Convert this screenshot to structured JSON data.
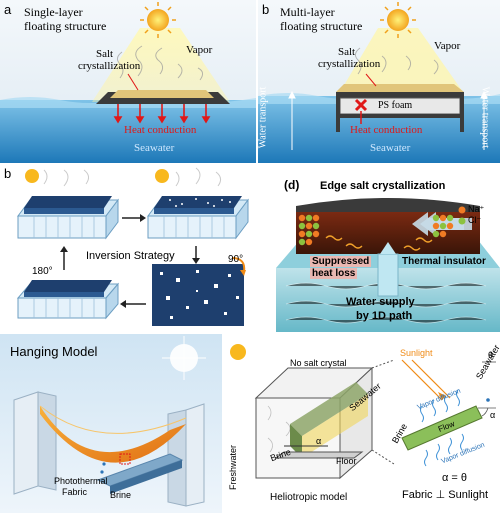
{
  "panel_a": {
    "letter": "a",
    "title_line1": "Single-layer",
    "title_line2": "floating structure",
    "vapor": "Vapor",
    "salt_line1": "Salt",
    "salt_line2": "crystallization",
    "heat": "Heat conduction",
    "seawater": "Seawater"
  },
  "panel_b": {
    "letter": "b",
    "title_line1": "Multi-layer",
    "title_line2": "floating structure",
    "vapor": "Vapor",
    "salt_line1": "Salt",
    "salt_line2": "crystallization",
    "ps_foam": "PS foam",
    "heat": "Heat conduction",
    "seawater": "Seawater",
    "water_transport_left": "Water transport",
    "water_transport_right": "Water transport"
  },
  "panel_b2": {
    "letter": "b",
    "inversion": "Inversion Strategy",
    "angle_180": "180°",
    "angle_90": "90°"
  },
  "panel_d": {
    "letter": "(d)",
    "title": "Edge salt crystallization",
    "na": "Na⁺",
    "cl": "Cl⁻",
    "suppressed_line1": "Suppressed",
    "suppressed_line2": "heat loss",
    "insulator": "Thermal insulator",
    "water_line1": "Water supply",
    "water_line2": "by 1D path"
  },
  "panel_hang": {
    "title": "Hanging Model",
    "fabric_line1": "Photothermal",
    "fabric_line2": "Fabric",
    "brine": "Brine"
  },
  "panel_helio": {
    "no_salt": "No salt crystal",
    "seawater": "Seawater",
    "alpha": "α",
    "brine": "Brine",
    "floor": "Floor",
    "freshwater": "Freshwater",
    "model": "Heliotropic model",
    "sunlight": "Sunlight",
    "theta": "θ",
    "seawater_side": "Seawater",
    "vapor_diff_1": "Vapor diffusion",
    "vapor_diff_2": "Vapor diffusion",
    "flow": "Flow",
    "brine_side": "Brine",
    "alpha_side": "α",
    "eq1": "α = θ",
    "eq2": "Fabric ⊥ Sunlight"
  }
}
